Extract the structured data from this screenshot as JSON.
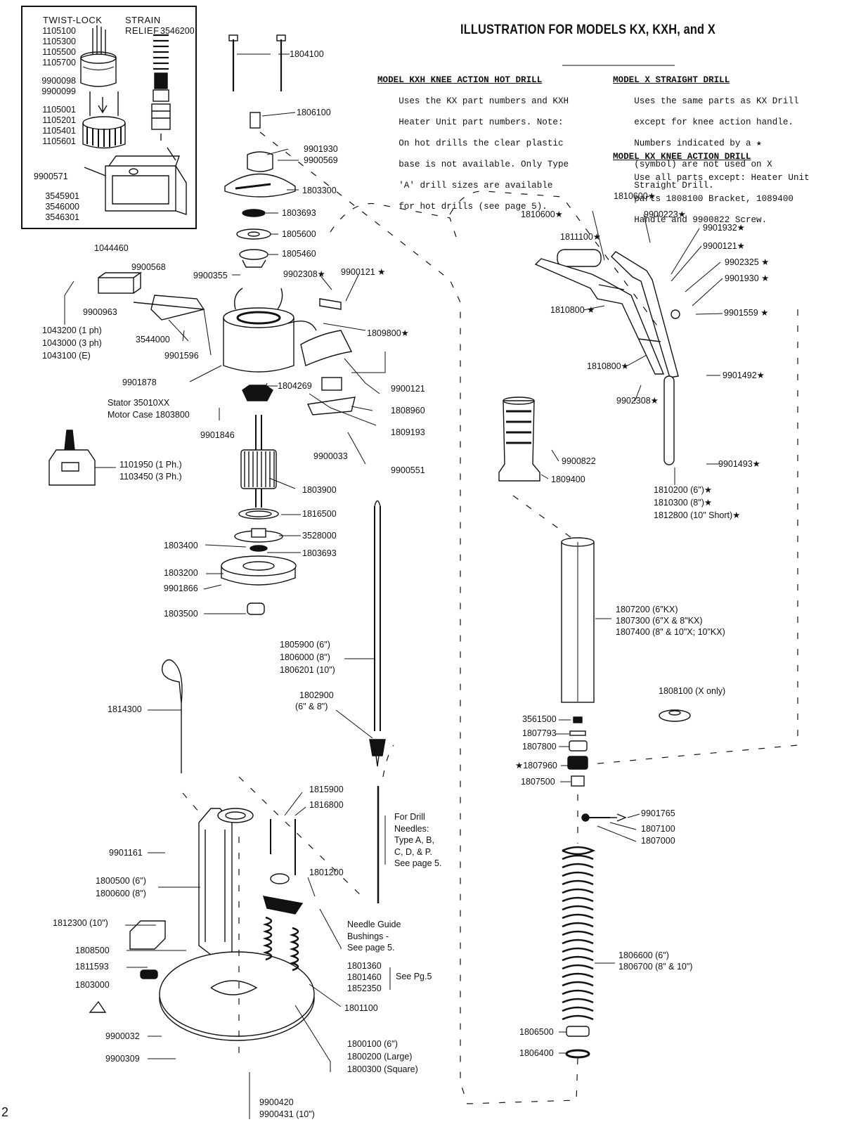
{
  "title": "ILLUSTRATION FOR MODELS KX, KXH, and X",
  "page_number": "2",
  "notes": {
    "kxh": {
      "heading": "MODEL KXH KNEE ACTION HOT DRILL",
      "lines": [
        "Uses the KX part numbers and KXH",
        "Heater Unit part numbers. Note:",
        "On hot drills the clear plastic",
        "base is not available. Only Type",
        "'A' drill sizes are available",
        "for hot drills (see page 5)."
      ]
    },
    "x": {
      "heading": "MODEL X STRAIGHT DRILL",
      "lines": [
        "Uses the same parts as KX Drill",
        "except for knee action handle.",
        "Numbers indicated by a ★",
        "(symbol) are not used on X",
        "Straight Drill."
      ]
    },
    "kx": {
      "heading": "MODEL KX KNEE ACTION DRILL",
      "lines": [
        "Use all parts except: Heater Unit",
        "parts 1808100 Bracket, 1089400",
        "Handle and 9900822 Screw."
      ]
    }
  },
  "inset": {
    "twist_lock": "TWIST-LOCK",
    "strain_relief": "STRAIN RELIEF",
    "twist_lock_parts": [
      "1105100",
      "1105300",
      "1105500",
      "1105700"
    ],
    "screw_parts": [
      "9900098",
      "9900099"
    ],
    "plug_parts": [
      "1105001",
      "1105201",
      "1105401",
      "1105601"
    ],
    "relief_part": "3546200",
    "screw_left": "9900571",
    "bracket_parts": [
      "3545901",
      "3546000",
      "3546301"
    ]
  },
  "labels": {
    "p1804100": "1804100",
    "p1806100": "1806100",
    "p9901930a": "9901930",
    "p9900569": "9900569",
    "p1803300": "1803300",
    "p1803693a": "1803693",
    "p1805600": "1805600",
    "p1805460": "1805460",
    "p9900355": "9900355",
    "p9902308a": "9902308★",
    "p9900121a": "9900121 ★",
    "p1044460": "1044460",
    "p9900568": "9900568",
    "p9900963": "9900963",
    "p1043200": "1043200 (1 ph)",
    "p1043000": "1043000 (3 ph)",
    "p1043100": "1043100 (E)",
    "p3544000": "3544000",
    "p9901596": "9901596",
    "p1809800": "1809800★",
    "p9900121b": "9900121",
    "p9901878": "9901878",
    "p1804269": "1804269",
    "p1808960": "1808960",
    "p1809193": "1809193",
    "stator": "Stator 35010XX",
    "motor_case": "Motor Case 1803800",
    "p9901846": "9901846",
    "p9900033": "9900033",
    "p9900551": "9900551",
    "p1101950": "1101950 (1 Ph.)",
    "p1103450": "1103450 (3 Ph.)",
    "p1803900": "1803900",
    "p1816500": "1816500",
    "p3528000": "3528000",
    "p1803400": "1803400",
    "p1803693b": "1803693",
    "p1803200": "1803200",
    "p9901866": "9901866",
    "p1803500": "1803500",
    "p1805900": "1805900 (6\")",
    "p1806000": "1806000 (8\")",
    "p1806201": "1806201 (10\")",
    "p1802900": "1802900",
    "p1802900b": "(6\" & 8\")",
    "p1814300": "1814300",
    "p1815900": "1815900",
    "p1816800": "1816800",
    "drill_needles": [
      "For Drill",
      "Needles:",
      "Type A, B,",
      "C, D, & P.",
      "See page 5."
    ],
    "p9901161": "9901161",
    "p1800500": "1800500 (6\")",
    "p1800600": "1800600 (8\")",
    "p1801200": "1801200",
    "p1812300": "1812300 (10\")",
    "needle_guide": [
      "Needle Guide",
      "Bushings -",
      "See page 5."
    ],
    "p1808500": "1808500",
    "p1811593": "1811593",
    "p1803000": "1803000",
    "see_pg5_parts": [
      "1801360",
      "1801460",
      "1852350"
    ],
    "see_pg5": "See Pg.5",
    "p1801100": "1801100",
    "p9900032": "9900032",
    "p9900309": "9900309",
    "p1800100": "1800100 (6\")",
    "p1800200": "1800200 (Large)",
    "p1800300": "1800300 (Square)",
    "p9900420": "9900420",
    "p9900431": "9900431 (10\")",
    "p1810600a": "1810600★",
    "p1810600b": "1810600★",
    "p9900223": "9900223★",
    "p1811100": "1811100★",
    "p9901932": "9901932★",
    "p9900121c": "9900121★",
    "p9902325": "9902325 ★",
    "p9901930b": "9901930 ★",
    "p1810800a": "1810800 ★",
    "p9901559": "9901559 ★",
    "p1810800b": "1810800★",
    "p9901492": "9901492★",
    "p9902308b": "9902308★",
    "p9900822": "9900822",
    "p1809400": "1809400",
    "p9901493": "9901493★",
    "p1810200": "1810200 (6\")★",
    "p1810300": "1810300 (8\")★",
    "p1812800": "1812800 (10\" Short)★",
    "p1807200": "1807200 (6\"KX)",
    "p1807300": "1807300 (6\"X & 8\"KX)",
    "p1807400": "1807400 (8\" & 10\"X; 10\"KX)",
    "p1808100": "1808100 (X only)",
    "p3561500": "3561500",
    "p1807793": "1807793",
    "p1807800": "1807800",
    "p1807960": "★1807960",
    "p1807500": "1807500",
    "p9901765": "9901765",
    "p1807100": "1807100",
    "p1807000": "1807000",
    "p1806600": "1806600 (6\")",
    "p1806700": "1806700 (8\" & 10\")",
    "p1806500": "1806500",
    "p1806400": "1806400"
  }
}
